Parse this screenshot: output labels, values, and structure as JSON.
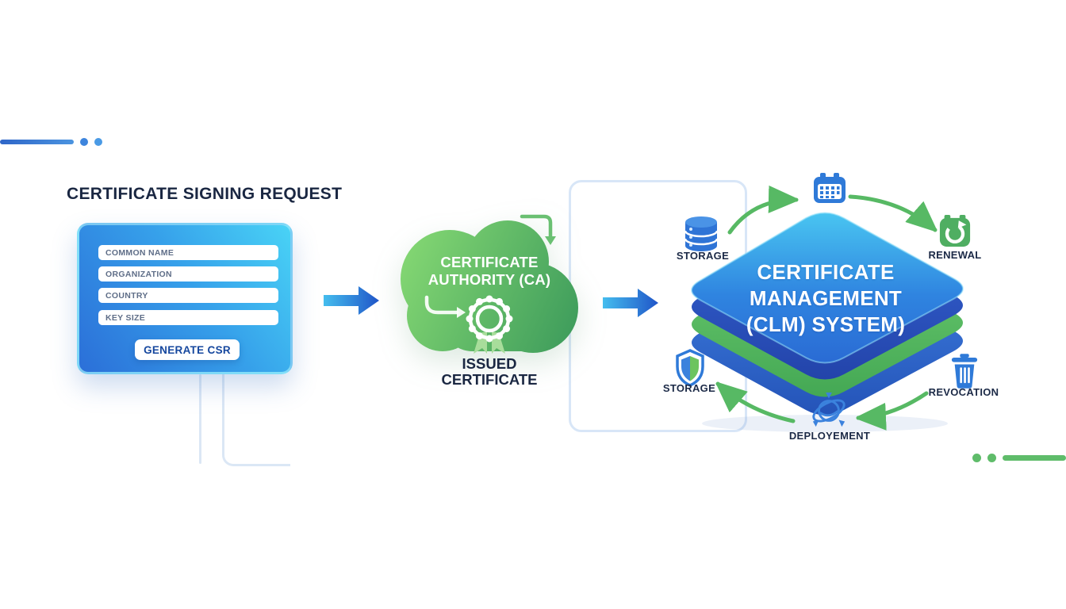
{
  "colors": {
    "accent_blue": "#3a7bd5",
    "accent_green": "#5cb85c",
    "navy_text": "#1a2742",
    "card_gradient_start": "#2b6fd8",
    "card_gradient_end": "#49d3f6",
    "cloud_green_light": "#82d671",
    "cloud_green_dark": "#3f9d5c",
    "diamond_blue_light": "#49c5f1",
    "diamond_blue_dark": "#2a6bd4"
  },
  "csr_section": {
    "title": "CERTIFICATE SIGNING REQUEST",
    "fields": [
      {
        "placeholder": "COMMON NAME"
      },
      {
        "placeholder": "ORGANIZATION"
      },
      {
        "placeholder": "COUNTRY"
      },
      {
        "placeholder": "KEY SIZE"
      }
    ],
    "button_label": "GENERATE CSR"
  },
  "ca_section": {
    "cloud_title_line1": "CERTIFICATE",
    "cloud_title_line2": "AUTHORITY (CA)",
    "issued_line1": "ISSUED",
    "issued_line2": "CERTIFICATE",
    "badge_icon": "certificate-rosette-icon"
  },
  "clm_section": {
    "title_line1": "CERTIFICATE",
    "title_line2": "MANAGEMENT",
    "title_line3": "(CLM) SYSTEM)",
    "nodes": [
      {
        "icon": "calendar-icon",
        "label": ""
      },
      {
        "icon": "database-icon",
        "label": "STORAGE"
      },
      {
        "icon": "renewal-icon",
        "label": "RENEWAL"
      },
      {
        "icon": "shield-icon",
        "label": "STORAGE"
      },
      {
        "icon": "trash-icon",
        "label": "REVOCATION"
      },
      {
        "icon": "deployment-icon",
        "label": "DEPLOYEMENT"
      }
    ]
  }
}
